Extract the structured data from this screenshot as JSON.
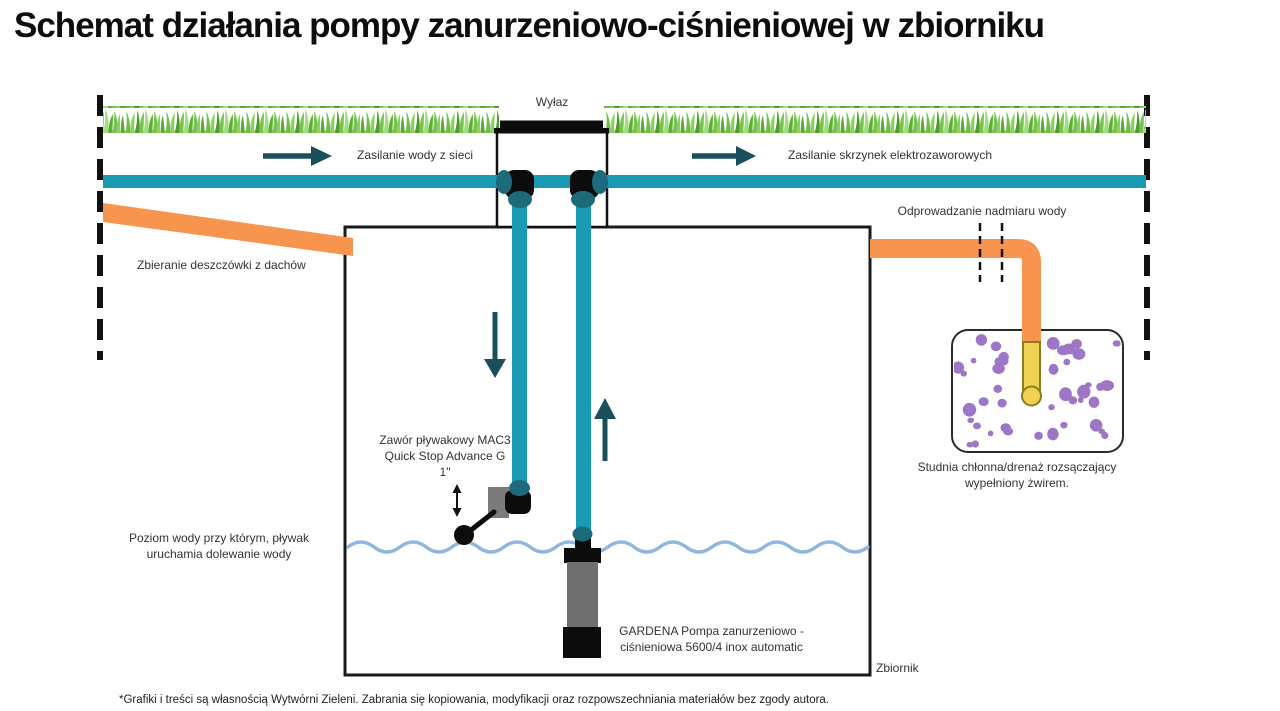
{
  "title": "Schemat działania pompy zanurzeniowo-ciśnieniowej w zbiorniku",
  "labels": {
    "hatch": "Wyłaz",
    "mains_supply": "Zasilanie wody z sieci",
    "valve_boxes_supply": "Zasilanie skrzynek elektrozaworowych",
    "rain_collection": "Zbieranie deszczówki z dachów",
    "overflow": "Odprowadzanie nadmiaru wody",
    "soakaway_line1": "Studnia chłonna/drenaż rozsączający",
    "soakaway_line2": "wypełniony żwirem.",
    "float_valve_line1": "Zawór pływakowy MAC3",
    "float_valve_line2": "Quick Stop Advance G",
    "float_valve_line3": "1\"",
    "water_level_line1": "Poziom wody przy którym, pływak",
    "water_level_line2": "uruchamia dolewanie wody",
    "pump_line1": "GARDENA Pompa zanurzeniowo -",
    "pump_line2": "ciśnieniowa 5600/4 inox automatic",
    "tank": "Zbiornik",
    "footer": "*Grafiki i treści są własnością Wytwórni Zieleni. Zabrania się kopiowania, modyfikacji oraz rozpowszechniania materiałów bez zgody autora."
  },
  "colors": {
    "pipe_teal": "#1a9ab3",
    "fitting_teal": "#1d6b7a",
    "arrow_teal": "#1a505c",
    "pipe_orange": "#f7954f",
    "pipe_yellow": "#f0d153",
    "pipe_yellow_edge": "#8d7d22",
    "gravel_purple": "#9d77c5",
    "water_blue": "#8fb6dd",
    "outline_black": "#111111"
  }
}
